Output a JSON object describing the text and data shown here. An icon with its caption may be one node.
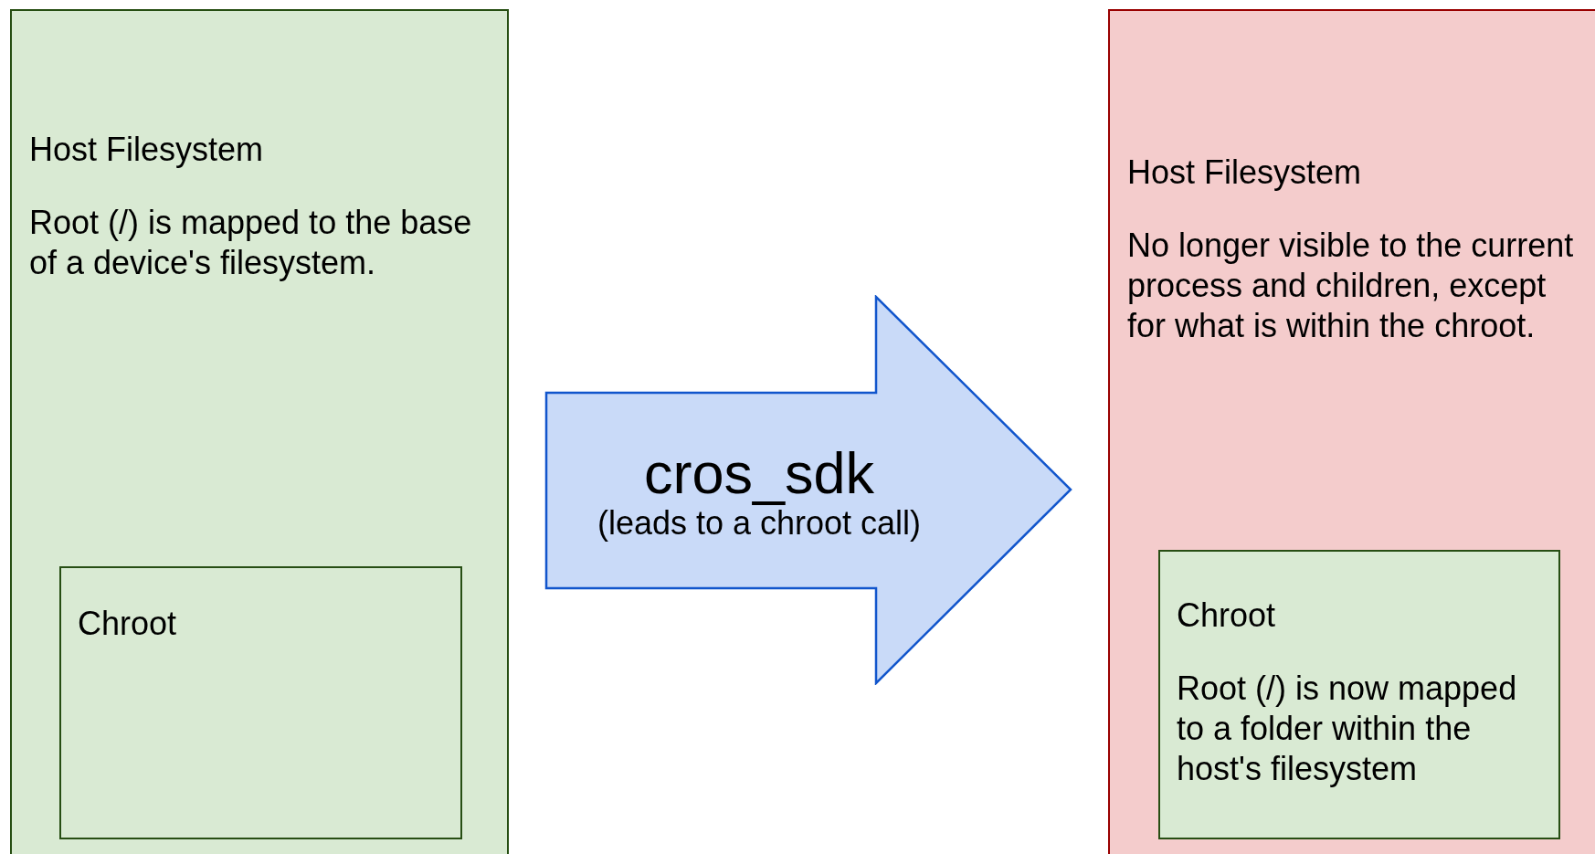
{
  "diagram": {
    "nodes": [
      {
        "text": [
          "Host Filesystem",
          "Root (/) is mapped to the base of a device's filesystem."
        ]
      },
      {
        "text": [
          "Chroot"
        ],
        "in": 0
      },
      {
        "text": [
          "cros_sdk",
          "(leads to a chroot call)"
        ]
      },
      {
        "text": [
          "Host Filesystem",
          "No longer visible to the current process and children, except for what is within the chroot."
        ]
      },
      {
        "text": [
          "Chroot",
          "Root (/) is now mapped to a folder within the host's filesystem"
        ],
        "in": 3
      }
    ]
  }
}
